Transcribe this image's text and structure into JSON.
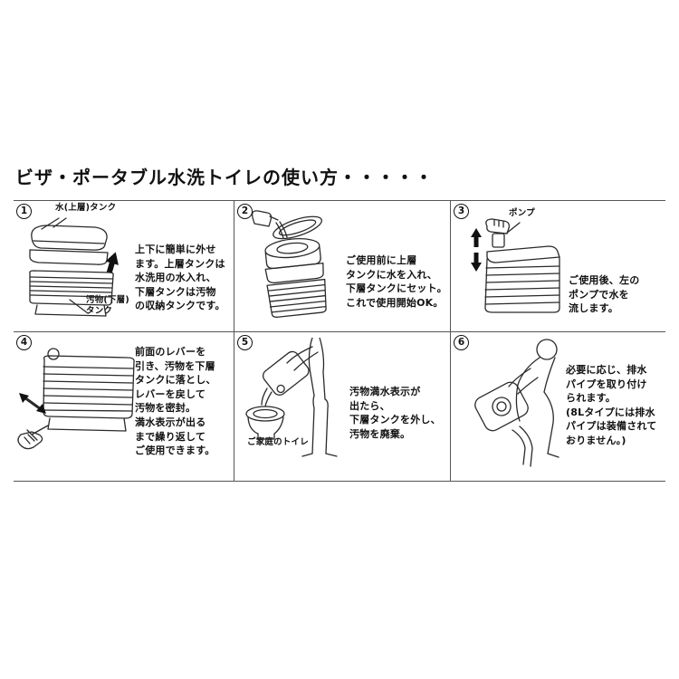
{
  "page": {
    "title": "ビザ・ポータブル水洗トイレの使い方・・・・・",
    "background": "#ffffff",
    "line_color": "#555555"
  },
  "steps": [
    {
      "number": "1",
      "illustration": "upper-and-lower-tank-separated",
      "labels": {
        "upper": "水(上層)タンク",
        "lower": "汚物(下層)\nタンク"
      },
      "text": "上下に簡単に外せ\nます。上層タンクは\n水洗用の水入れ、\n下層タンクは汚物\nの収納タンクです。"
    },
    {
      "number": "2",
      "illustration": "pouring-water-into-upper-tank",
      "labels": {},
      "text": "ご使用前に上層\nタンクに水を入れ、\n下層タンクにセット。\nこれで使用開始OK。"
    },
    {
      "number": "3",
      "illustration": "hand-pressing-pump",
      "labels": {
        "pump": "ポンプ"
      },
      "text": "ご使用後、左の\nポンプで水を\n流します。"
    },
    {
      "number": "4",
      "illustration": "pulling-front-lever",
      "labels": {},
      "text": "前面のレバーを\n引き、汚物を下層\nタンクに落とし、\nレバーを戻して\n汚物を密封。\n満水表示が出る\nまで繰り返して\nご使用できます。"
    },
    {
      "number": "5",
      "illustration": "emptying-tank-into-home-toilet",
      "labels": {
        "toilet": "ご家庭のトイレ"
      },
      "text": "汚物満水表示が\n出たら、\n下層タンクを外し、\n汚物を廃棄。"
    },
    {
      "number": "6",
      "illustration": "attaching-drain-pipe",
      "labels": {},
      "text": "必要に応じ、排水\nパイプを取り付け\nられます。\n(8Lタイプには排水\nパイプは装備されて\nおりません。)"
    }
  ]
}
